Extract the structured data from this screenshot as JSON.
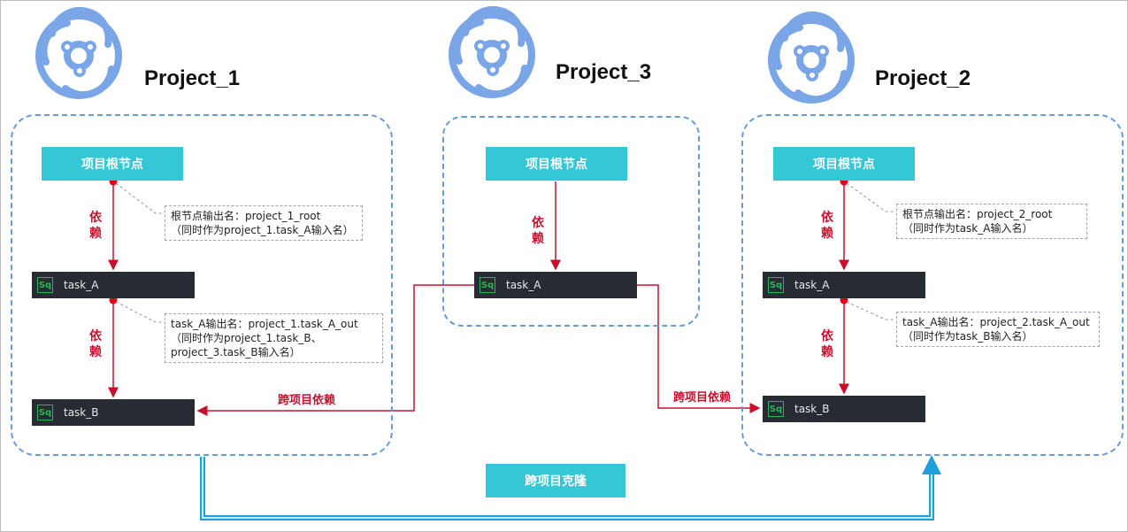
{
  "projects": [
    {
      "name": "Project_1",
      "root_label": "项目根节点",
      "task_a": "task_A",
      "task_b": "task_B",
      "dep_label_1": "依赖",
      "dep_label_2": "依赖",
      "note_root": [
        "根节点输出名：project_1_root",
        "（同时作为project_1.task_A输入名）"
      ],
      "note_task_a": [
        "task_A输出名：project_1.task_A_out",
        "（同时作为project_1.task_B、",
        "project_3.task_B输入名）"
      ]
    },
    {
      "name": "Project_3",
      "root_label": "项目根节点",
      "task_a": "task_A",
      "dep_label_1": "依赖"
    },
    {
      "name": "Project_2",
      "root_label": "项目根节点",
      "task_a": "task_A",
      "task_b": "task_B",
      "dep_label_1": "依赖",
      "dep_label_2": "依赖",
      "note_root": [
        "根节点输出名：project_2_root",
        "（同时作为task_A输入名）"
      ],
      "note_task_a": [
        "task_A输出名：project_2.task_A_out",
        "（同时作为task_B输入名）"
      ]
    }
  ],
  "sql_icon_label": "Sq",
  "cross_project_label_left": "跨项目依赖",
  "cross_project_label_right": "跨项目依赖",
  "clone_label": "跨项目克隆",
  "colors": {
    "accent_cyan": "#34c7d6",
    "task_dark": "#272b33",
    "dependency_red": "#c8102e",
    "container_border": "#6a9bd6",
    "logo_blue": "#7aa6e8",
    "clone_arrow": "#1ea9e1"
  },
  "icons": {
    "project_logo": "swirl-logo-icon",
    "task_type": "sql-icon"
  }
}
